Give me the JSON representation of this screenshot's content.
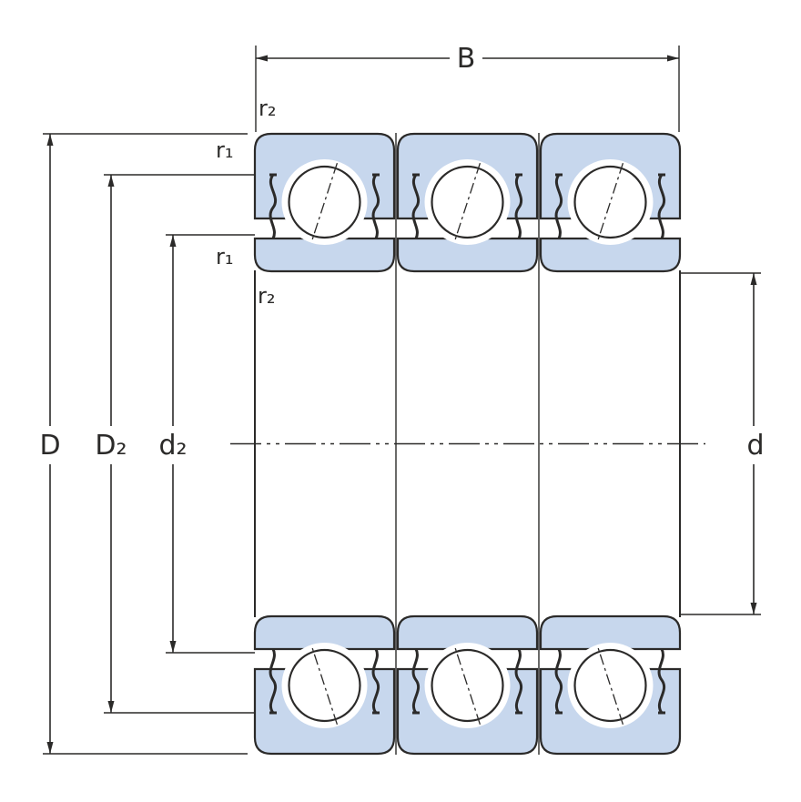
{
  "colors": {
    "bearing_fill": "#c7d7ed",
    "line": "#2b2a29",
    "background": "#ffffff"
  },
  "labels": {
    "B": "B",
    "D": "D",
    "D2": "D₂",
    "d2": "d₂",
    "d": "d",
    "r1_top": "r₁",
    "r2_top": "r₂",
    "r1_bottom": "r₁",
    "r2_bottom": "r₂"
  }
}
